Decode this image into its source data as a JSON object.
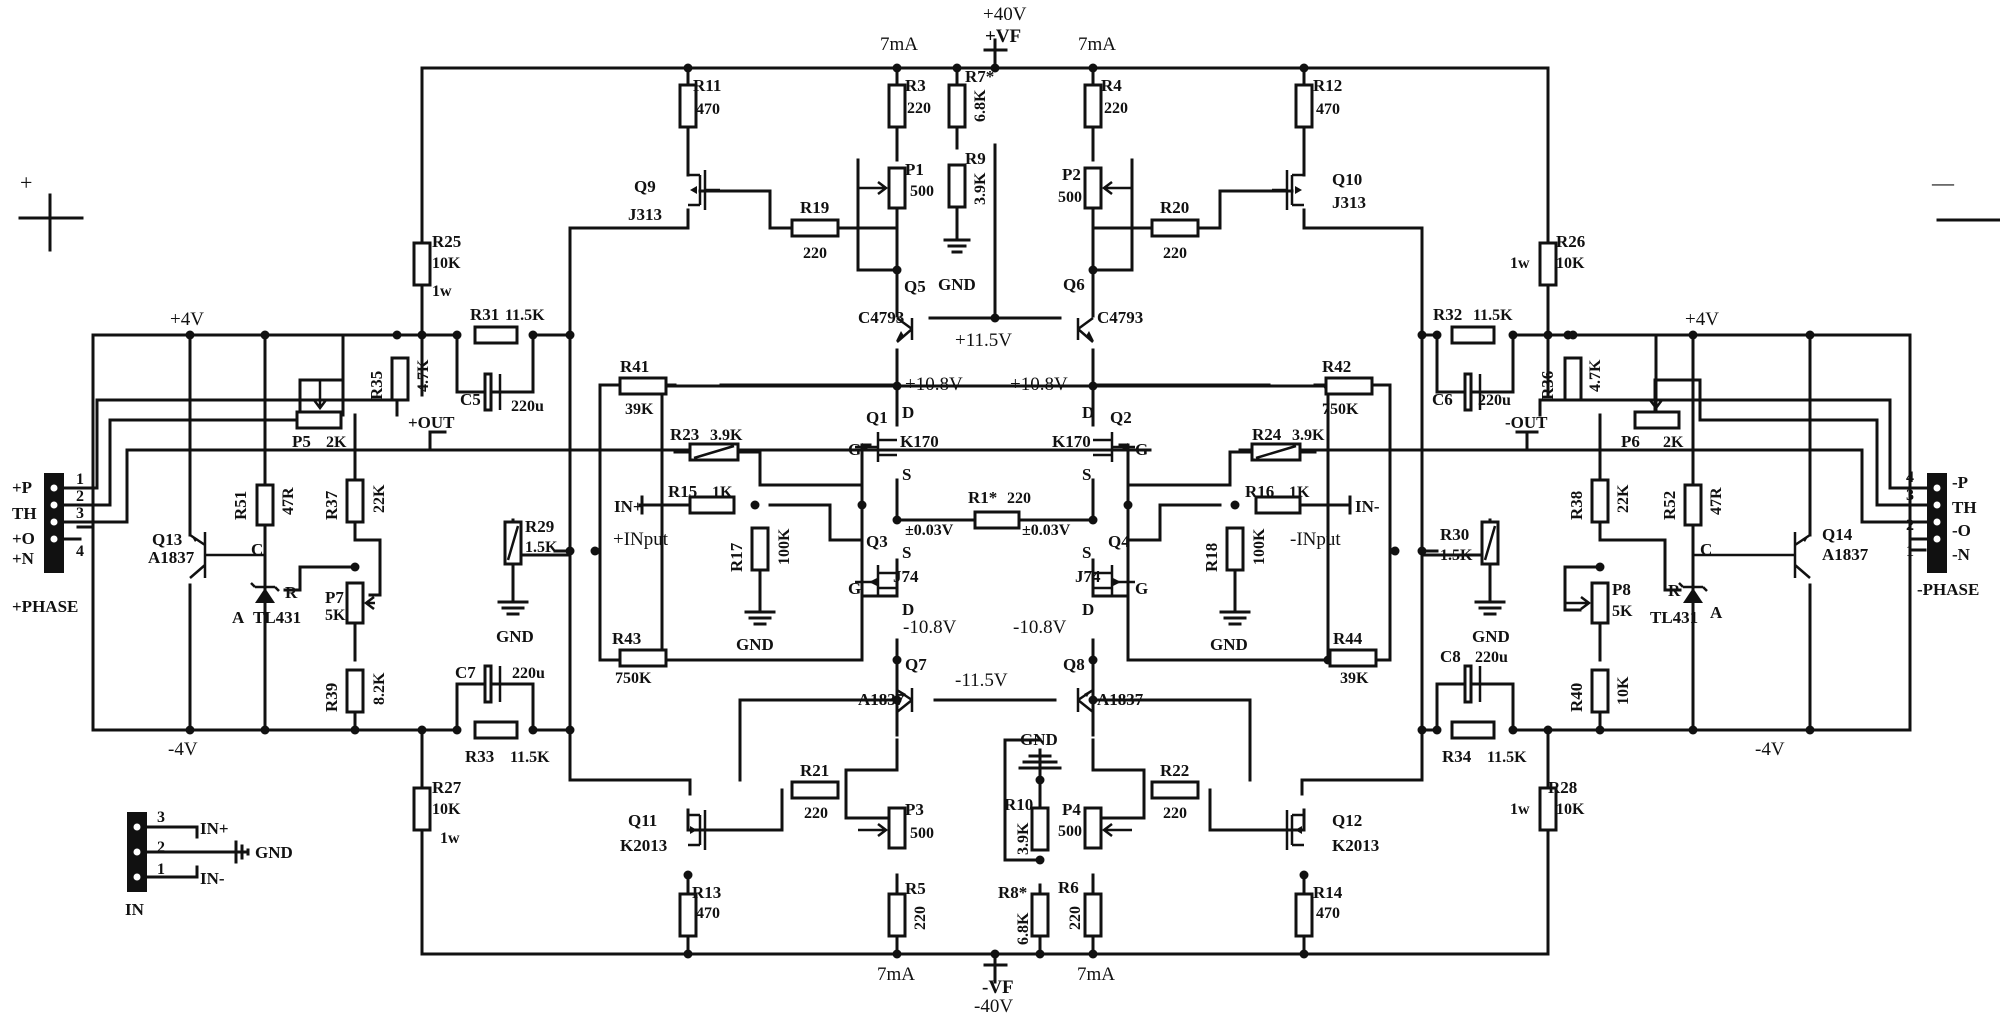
{
  "rails": {
    "top_voltage": "+40V",
    "top_name": "+VF",
    "bottom_name": "-VF",
    "bottom_voltage": "-40V",
    "bias_top_left": "7mA",
    "bias_top_right": "7mA",
    "bias_bottom_left": "7mA",
    "bias_bottom_right": "7mA"
  },
  "node_voltages": {
    "pos_11_5": "+11.5V",
    "neg_11_5": "-11.5V",
    "pos_10_8_left": "+10.8V",
    "pos_10_8_right": "+10.8V",
    "neg_10_8_left": "-10.8V",
    "neg_10_8_right": "-10.8V",
    "offset_left": "±0.03V",
    "offset_right": "±0.03V",
    "plus4_left": "+4V",
    "plus4_right": "+4V",
    "minus4_left": "-4V",
    "minus4_right": "-4V"
  },
  "resistors": {
    "R11": {
      "ref": "R11",
      "value": "470"
    },
    "R3": {
      "ref": "R3",
      "value": "220"
    },
    "R7": {
      "ref": "R7*",
      "value": "6.8K"
    },
    "R9": {
      "ref": "R9",
      "value": "3.9K"
    },
    "R4": {
      "ref": "R4",
      "value": "220"
    },
    "R12": {
      "ref": "R12",
      "value": "470"
    },
    "R19": {
      "ref": "R19",
      "value": "220"
    },
    "R20": {
      "ref": "R20",
      "value": "220"
    },
    "R25": {
      "ref": "R25",
      "value": "10K",
      "note": "1w"
    },
    "R26": {
      "ref": "R26",
      "value": "10K",
      "note": "1w"
    },
    "R31": {
      "ref": "R31",
      "value": "11.5K"
    },
    "R32": {
      "ref": "R32",
      "value": "11.5K"
    },
    "R35": {
      "ref": "R35",
      "value": "4.7K"
    },
    "R36": {
      "ref": "R36",
      "value": "4.7K"
    },
    "R41": {
      "ref": "R41",
      "value": "39K"
    },
    "R42": {
      "ref": "R42",
      "value": "750K"
    },
    "R23": {
      "ref": "R23",
      "value": "3.9K"
    },
    "R24": {
      "ref": "R24",
      "value": "3.9K"
    },
    "R15": {
      "ref": "R15",
      "value": "1K"
    },
    "R16": {
      "ref": "R16",
      "value": "1K"
    },
    "R1": {
      "ref": "R1*",
      "value": "220"
    },
    "R17": {
      "ref": "R17",
      "value": "100K"
    },
    "R18": {
      "ref": "R18",
      "value": "100K"
    },
    "R29": {
      "ref": "R29",
      "value": "1.5K"
    },
    "R30": {
      "ref": "R30",
      "value": "1.5K"
    },
    "R37": {
      "ref": "R37",
      "value": "22K"
    },
    "R38": {
      "ref": "R38",
      "value": "22K"
    },
    "R51": {
      "ref": "R51",
      "value": "47R"
    },
    "R52": {
      "ref": "R52",
      "value": "47R"
    },
    "R39": {
      "ref": "R39",
      "value": "8.2K"
    },
    "R40": {
      "ref": "R40",
      "value": "10K"
    },
    "R43": {
      "ref": "R43",
      "value": "750K"
    },
    "R44": {
      "ref": "R44",
      "value": "39K"
    },
    "R33": {
      "ref": "R33",
      "value": "11.5K"
    },
    "R34": {
      "ref": "R34",
      "value": "11.5K"
    },
    "R27": {
      "ref": "R27",
      "value": "10K",
      "note": "1w"
    },
    "R28": {
      "ref": "R28",
      "value": "10K",
      "note": "1w"
    },
    "R21": {
      "ref": "R21",
      "value": "220"
    },
    "R22": {
      "ref": "R22",
      "value": "220"
    },
    "R13": {
      "ref": "R13",
      "value": "470"
    },
    "R14": {
      "ref": "R14",
      "value": "470"
    },
    "R5": {
      "ref": "R5",
      "value": "220"
    },
    "R6": {
      "ref": "R6",
      "value": "220"
    },
    "R10": {
      "ref": "R10",
      "value": "3.9K"
    },
    "R8": {
      "ref": "R8*",
      "value": "6.8K"
    }
  },
  "pots": {
    "P1": {
      "ref": "P1",
      "value": "500"
    },
    "P2": {
      "ref": "P2",
      "value": "500"
    },
    "P3": {
      "ref": "P3",
      "value": "500"
    },
    "P4": {
      "ref": "P4",
      "value": "500"
    },
    "P5": {
      "ref": "P5",
      "value": "2K"
    },
    "P6": {
      "ref": "P6",
      "value": "2K"
    },
    "P7": {
      "ref": "P7",
      "value": "5K"
    },
    "P8": {
      "ref": "P8",
      "value": "5K"
    }
  },
  "capacitors": {
    "C5": {
      "ref": "C5",
      "value": "220u"
    },
    "C6": {
      "ref": "C6",
      "value": "220u"
    },
    "C7": {
      "ref": "C7",
      "value": "220u"
    },
    "C8": {
      "ref": "C8",
      "value": "220u"
    }
  },
  "transistors": {
    "Q1": {
      "ref": "Q1",
      "part": "K170",
      "pin_d": "D",
      "pin_s": "S",
      "pin_g": "G"
    },
    "Q2": {
      "ref": "Q2",
      "part": "K170",
      "pin_d": "D",
      "pin_s": "S",
      "pin_g": "G"
    },
    "Q3": {
      "ref": "Q3",
      "part": "J74",
      "pin_d": "D",
      "pin_s": "S",
      "pin_g": "G"
    },
    "Q4": {
      "ref": "Q4",
      "part": "J74",
      "pin_d": "D",
      "pin_s": "S",
      "pin_g": "G"
    },
    "Q5": {
      "ref": "Q5",
      "part": "C4793"
    },
    "Q6": {
      "ref": "Q6",
      "part": "C4793"
    },
    "Q7": {
      "ref": "Q7",
      "part": "A1837"
    },
    "Q8": {
      "ref": "Q8",
      "part": "A1837"
    },
    "Q9": {
      "ref": "Q9",
      "part": "J313"
    },
    "Q10": {
      "ref": "Q10",
      "part": "J313"
    },
    "Q11": {
      "ref": "Q11",
      "part": "K2013"
    },
    "Q12": {
      "ref": "Q12",
      "part": "K2013"
    },
    "Q13": {
      "ref": "Q13",
      "part": "A1837"
    },
    "Q14": {
      "ref": "Q14",
      "part": "A1837"
    }
  },
  "shunts": {
    "left": {
      "part": "TL431",
      "pin_a": "A",
      "pin_c": "C",
      "pin_r": "R"
    },
    "right": {
      "part": "TL431",
      "pin_a": "A",
      "pin_c": "C",
      "pin_r": "R"
    }
  },
  "ground_label": "GND",
  "inputs": {
    "in_plus": "IN+",
    "in_minus": "IN-",
    "input_plus_label": "+INput",
    "input_minus_label": "-INput"
  },
  "outputs": {
    "out_plus": "+OUT",
    "out_minus": "-OUT"
  },
  "connectors": {
    "left": {
      "pin_labels": [
        "+P",
        "TH",
        "+O",
        "+N"
      ],
      "pin_numbers": [
        "1",
        "2",
        "3",
        "4"
      ],
      "name": "+PHASE"
    },
    "right": {
      "pin_labels": [
        "-P",
        "TH",
        "-O",
        "-N"
      ],
      "pin_numbers": [
        "4",
        "3",
        "2",
        "1"
      ],
      "name": "-PHASE"
    },
    "input": {
      "pin_numbers": [
        "3",
        "2",
        "1"
      ],
      "pin_signals": [
        "IN+",
        "GND",
        "IN-"
      ],
      "name": "IN"
    }
  },
  "polarity": {
    "plus_symbol": "+",
    "minus_symbol": "—"
  }
}
